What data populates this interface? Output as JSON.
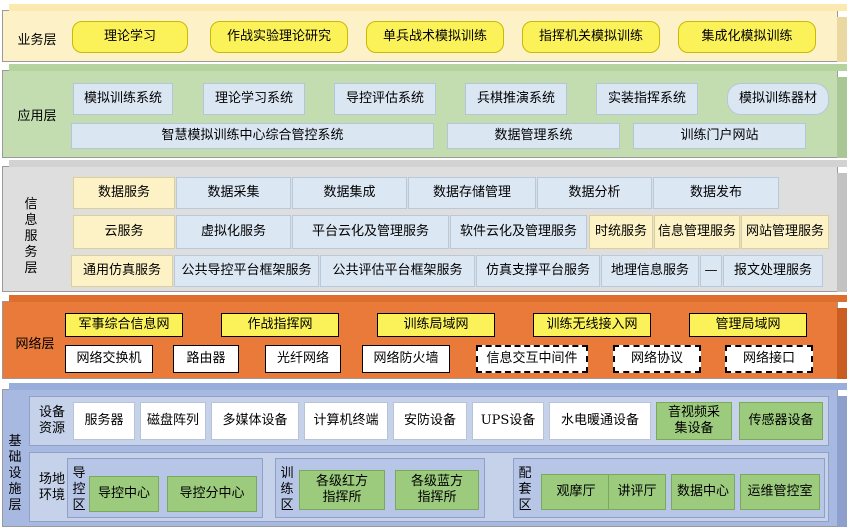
{
  "business": {
    "label": "业务层",
    "items": [
      "理论学习",
      "作战实验理论研究",
      "单兵战术模拟训练",
      "指挥机关模拟训练",
      "集成化模拟训练"
    ]
  },
  "application": {
    "label": "应用层",
    "row1": [
      "模拟训练系统",
      "理论学习系统",
      "导控评估系统",
      "兵棋推演系统",
      "实装指挥系统",
      "模拟训练器材"
    ],
    "row2": [
      "智慧模拟训练中心综合管控系统",
      "数据管理系统",
      "训练门户网站"
    ]
  },
  "info": {
    "label": "信息服务层",
    "data_label": "数据服务",
    "data_items": [
      "数据采集",
      "数据集成",
      "数据存储管理",
      "数据分析",
      "数据发布"
    ],
    "cloud_label": "云服务",
    "cloud_items": [
      "虚拟化服务",
      "平台云化及管理服务",
      "软件云化及管理服务"
    ],
    "cloud_right": [
      "时统服务",
      "信息管理服务",
      "网站管理服务"
    ],
    "sim_label": "通用仿真服务",
    "sim_items": [
      "公共导控平台框架服务",
      "公共评估平台框架服务",
      "仿真支撑平台服务",
      "地理信息服务",
      "—",
      "报文处理服务"
    ]
  },
  "network": {
    "label": "网络层",
    "nets": [
      "军事综合信息网",
      "作战指挥网",
      "训练局域网",
      "训练无线接入网",
      "管理局域网"
    ],
    "devices": [
      "网络交换机",
      "路由器",
      "光纤网络",
      "网络防火墙"
    ],
    "dashed": [
      "信息交互中间件",
      "网络协议",
      "网络接口"
    ]
  },
  "infra": {
    "label": "基础设施层",
    "equip_label": "设备资源",
    "equip_items": [
      "服务器",
      "磁盘阵列",
      "多媒体设备",
      "计算机终端",
      "安防设备",
      "UPS设备",
      "水电暖通设备"
    ],
    "equip_green": [
      "音视频采集设备",
      "传感器设备"
    ],
    "site_label": "场地环境",
    "zone1_label": "导控区",
    "zone1_items": [
      "导控中心",
      "导控分中心"
    ],
    "zone2_label": "训练区",
    "zone2_items": [
      "各级红方指挥所",
      "各级蓝方指挥所"
    ],
    "zone3_label": "配套区",
    "zone3_items": [
      "观摩厅",
      "讲评厅",
      "数据中心",
      "运维管控室"
    ]
  }
}
